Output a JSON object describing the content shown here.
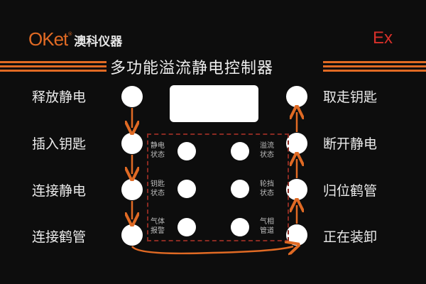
{
  "brand": {
    "logo_en": "OKet",
    "logo_reg": "®",
    "logo_cn": "澳科仪器",
    "ex_mark": "Ex"
  },
  "header": {
    "title": "多功能溢流静电控制器"
  },
  "colors": {
    "accent": "#e06a24",
    "ex": "#d8302a",
    "dash": "#8a2a22",
    "background": "#0d0d0d"
  },
  "left_steps": [
    {
      "label": "释放静电"
    },
    {
      "label": "插入钥匙"
    },
    {
      "label": "连接静电"
    },
    {
      "label": "连接鹤管"
    }
  ],
  "right_steps": [
    {
      "label": "取走钥匙"
    },
    {
      "label": "断开静电"
    },
    {
      "label": "归位鹤管"
    },
    {
      "label": "正在装卸"
    }
  ],
  "indicators_left": [
    {
      "line1": "静电",
      "line2": "状态"
    },
    {
      "line1": "钥匙",
      "line2": "状态"
    },
    {
      "line1": "气体",
      "line2": "报警"
    }
  ],
  "indicators_right": [
    {
      "line1": "溢流",
      "line2": "状态"
    },
    {
      "line1": "轮挡",
      "line2": "状态"
    },
    {
      "line1": "气相",
      "line2": "管道"
    }
  ]
}
